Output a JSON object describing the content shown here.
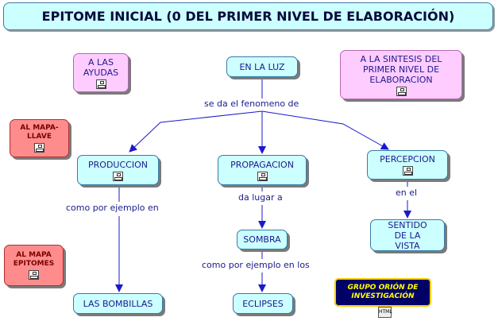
{
  "title": "EPITOME INICIAL (0 DEL PRIMER NIVEL DE ELABORACIÓN)",
  "nodes": {
    "en_la_luz": "EN LA LUZ",
    "a_las_ayudas": "A LAS AYUDAS",
    "a_la_sintesis": "A LA SINTESIS DEL PRIMER NIVEL DE ELABORACION",
    "al_mapa_llave": "AL MAPA- LLAVE",
    "al_mapa_epitomes": "AL MAPA EPITOMES",
    "produccion": "PRODUCCION",
    "propagacion": "PROPAGACION",
    "percepcion": "PERCEPCION",
    "las_bombillas": "LAS BOMBILLAS",
    "sombra": "SOMBRA",
    "eclipses": "ECLIPSES",
    "sentido_de_la_vista": "SENTIDO DE LA VISTA"
  },
  "links": {
    "se_da": "se da el fenomeno de",
    "como_1": "como por ejemplo en",
    "da_lugar": "da lugar a",
    "como_2": "como por ejemplo en los",
    "en_el": "en el"
  },
  "badge": {
    "text": "GRUPO ORIÓN DE INVESTIGACIÓN",
    "icon_label": "HTML"
  },
  "colors": {
    "concept": "#ccffff",
    "link_node": "#ffccff",
    "map_node": "#ff8c8c",
    "arrow": "#1a1acc",
    "badge_bg": "#000066",
    "badge_text": "#ffff00"
  },
  "icons": {
    "submap": "concept-map-icon"
  }
}
